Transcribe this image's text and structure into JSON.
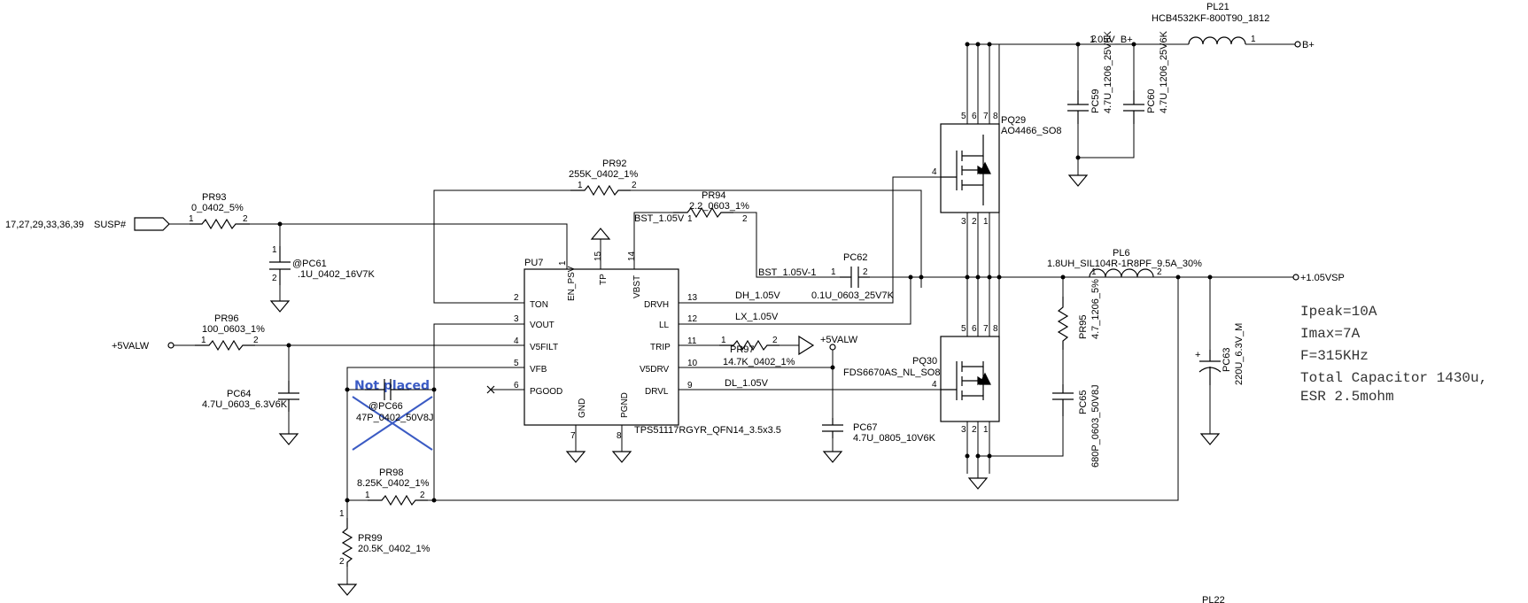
{
  "notes": {
    "not_placed": "Not placed",
    "specs": [
      "Ipeak=10A",
      "Imax=7A",
      "F=315KHz",
      "Total Capacitor 1430u,",
      "ESR 2.5mohm"
    ]
  },
  "ic": {
    "ref": "PU7",
    "value": "TPS51117RGYR_QFN14_3.5x3.5",
    "pins": {
      "ton": "TON",
      "vout": "VOUT",
      "v5filt": "V5FILT",
      "vfb": "VFB",
      "pgood": "PGOOD",
      "en_psv": "EN_PSV",
      "tp": "TP",
      "vbst": "VBST",
      "gnd": "GND",
      "pgnd": "PGND",
      "drvh": "DRVH",
      "ll": "LL",
      "trip": "TRIP",
      "v5drv": "V5DRV",
      "drvl": "DRVL"
    },
    "pin_numbers": {
      "ton": "2",
      "vout": "3",
      "v5filt": "4",
      "vfb": "5",
      "pgood": "6",
      "en_psv": "1",
      "tp": "15",
      "vbst": "14",
      "gnd": "7",
      "pgnd": "8",
      "drvh": "13",
      "ll": "12",
      "trip": "11",
      "v5drv": "10",
      "drvl": "9"
    }
  },
  "parts": {
    "pr93": {
      "ref": "PR93",
      "value": "0_0402_5%"
    },
    "pr92": {
      "ref": "PR92",
      "value": "255K_0402_1%"
    },
    "pr94": {
      "ref": "PR94",
      "value": "2.2_0603_1%"
    },
    "pc61": {
      "ref": "@PC61",
      "value": ".1U_0402_16V7K"
    },
    "pr96": {
      "ref": "PR96",
      "value": "100_0603_1%"
    },
    "pc64": {
      "ref": "PC64",
      "value": "4.7U_0603_6.3V6K"
    },
    "pc66": {
      "ref": "@PC66",
      "value": "47P_0402_50V8J"
    },
    "pr98": {
      "ref": "PR98",
      "value": "8.25K_0402_1%"
    },
    "pr99": {
      "ref": "PR99",
      "value": "20.5K_0402_1%"
    },
    "pr97": {
      "ref": "PR97",
      "value": "14.7K_0402_1%"
    },
    "pc62": {
      "ref": "PC62",
      "value": "0.1U_0603_25V7K"
    },
    "pc67": {
      "ref": "PC67",
      "value": "4.7U_0805_10V6K"
    },
    "pq29": {
      "ref": "PQ29",
      "value": "AO4466_SO8"
    },
    "pq30": {
      "ref": "PQ30",
      "value": "FDS6670AS_NL_SO8"
    },
    "pc59": {
      "ref": "PC59",
      "value": "4.7U_1206_25V6K"
    },
    "pc60": {
      "ref": "PC60",
      "value": "4.7U_1206_25V6K"
    },
    "pl21": {
      "ref": "PL21",
      "value": "HCB4532KF-800T90_1812"
    },
    "pl6": {
      "ref": "PL6",
      "value": "1.8UH_SIL104R-1R8PF_9.5A_30%"
    },
    "pr95": {
      "ref": "PR95",
      "value": "4.7_1206_5%"
    },
    "pc65": {
      "ref": "PC65",
      "value": "680P_0603_50V8J"
    },
    "pc63": {
      "ref": "PC63",
      "value": "220U_6.3V_M"
    },
    "pl22": {
      "ref": "PL22"
    }
  },
  "nets": {
    "susp_refs": "17,27,29,33,36,39",
    "susp": "SUSP#",
    "v5alw": "+5VALW",
    "v5alw2": "+5VALW",
    "bst": "BST_1.05V",
    "bst1": "BST_1.05V-1",
    "dh": "DH_1.05V",
    "lx": "LX_1.05V",
    "dl": "DL_1.05V",
    "v105b": "1.05V_B+",
    "bplus": "B+",
    "vsp": "+1.05VSP"
  }
}
